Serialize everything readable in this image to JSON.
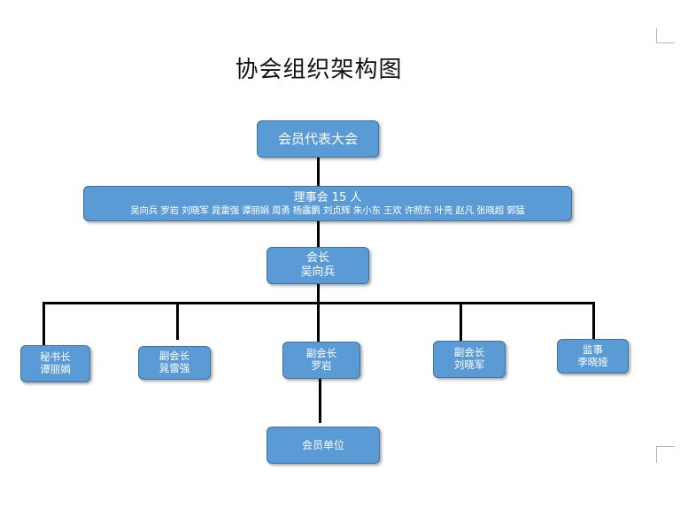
{
  "title": "协会组织架构图",
  "colors": {
    "node_fill": "#5b9bd5",
    "node_border": "#41719c",
    "text": "#ffffff",
    "connector": "#000000"
  },
  "nodes": {
    "assembly": {
      "line1": "会员代表大会"
    },
    "council": {
      "line1": "理事会 15 人",
      "line2": "吴向兵 罗岩 刘晓军 晁雷强 谭丽娟 周勇 杨露鹏 刘贞辉 朱小东 王欢 许照东 叶亮 赵凡 张晓超 郭猛"
    },
    "president": {
      "line1": "会长",
      "line2": "吴向兵"
    },
    "secretary": {
      "line1": "秘书长",
      "line2": "谭丽娟"
    },
    "vp1": {
      "line1": "副会长",
      "line2": "晁雷强"
    },
    "vp2": {
      "line1": "副会长",
      "line2": "罗岩"
    },
    "vp3": {
      "line1": "副会长",
      "line2": "刘晓军"
    },
    "supervisor": {
      "line1": "监事",
      "line2": "李晓娅"
    },
    "members": {
      "line1": "会员单位"
    }
  }
}
